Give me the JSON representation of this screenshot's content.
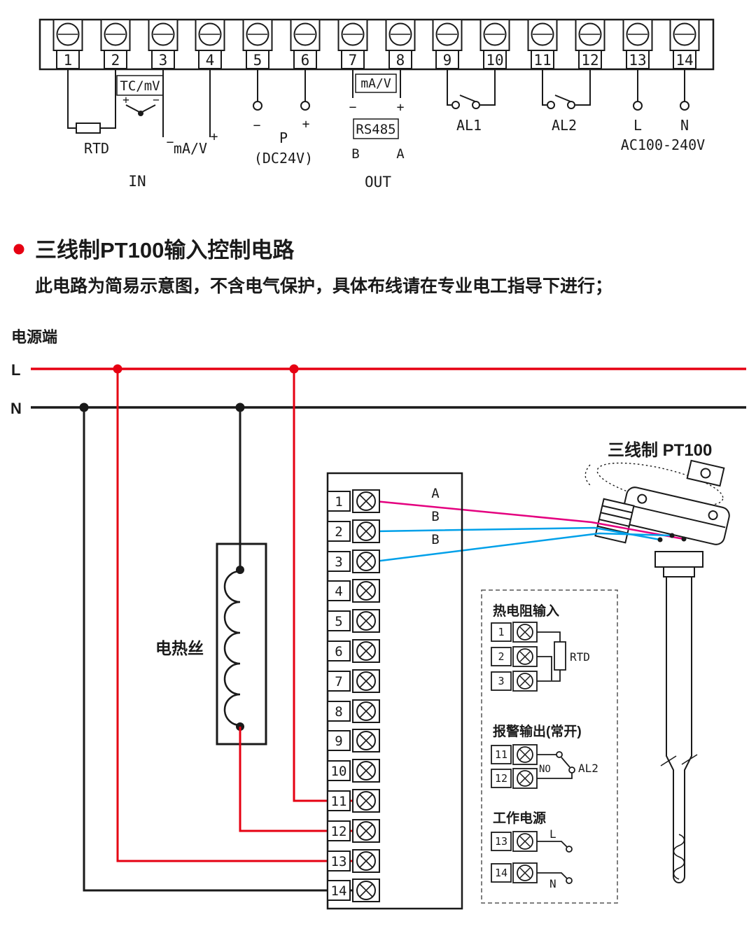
{
  "top_block": {
    "terminals": [
      "1",
      "2",
      "3",
      "4",
      "5",
      "6",
      "7",
      "8",
      "9",
      "10",
      "11",
      "12",
      "13",
      "14"
    ],
    "in": {
      "rtd": "RTD",
      "tc_box": "TC/mV",
      "tc_plus": "+",
      "tc_minus": "−",
      "mav_minus": "−",
      "mav": "mA/V",
      "mav_plus": "+",
      "label": "IN"
    },
    "supply": {
      "minus": "−",
      "plus": "+",
      "p": "P",
      "dc": "(DC24V)"
    },
    "out": {
      "mav_box": "mA/V",
      "minus": "−",
      "plus": "+",
      "rs485": "RS485",
      "b": "B",
      "a": "A",
      "label": "OUT"
    },
    "alarms": {
      "al1": "AL1",
      "al2": "AL2"
    },
    "power": {
      "l": "L",
      "n": "N",
      "ac": "AC100-240V"
    }
  },
  "heading": {
    "title": "三线制PT100输入控制电路",
    "note": "此电路为简易示意图，不含电气保护，具体布线请在专业电工指导下进行；"
  },
  "circuit": {
    "power_side": "电源端",
    "l": "L",
    "n": "N",
    "sensor_title": "三线制 PT100",
    "heater": "电热丝",
    "wire_a": "A",
    "wire_b1": "B",
    "wire_b2": "B",
    "terminals": [
      "1",
      "2",
      "3",
      "4",
      "5",
      "6",
      "7",
      "8",
      "9",
      "10",
      "11",
      "12",
      "13",
      "14"
    ],
    "detail": {
      "rtd_title": "热电阻输入",
      "t1": "1",
      "t2": "2",
      "t3": "3",
      "rtd": "RTD",
      "alarm_title": "报警输出(常开)",
      "t11": "11",
      "t12": "12",
      "no": "NO",
      "al2": "AL2",
      "supply_title": "工作电源",
      "t13": "13",
      "t14": "14",
      "l": "L",
      "n": "N"
    }
  },
  "colors": {
    "line_l": "#e60012",
    "line_n": "#1a1a1a",
    "wire_a": "#e4007f",
    "wire_b": "#00a0e9"
  }
}
